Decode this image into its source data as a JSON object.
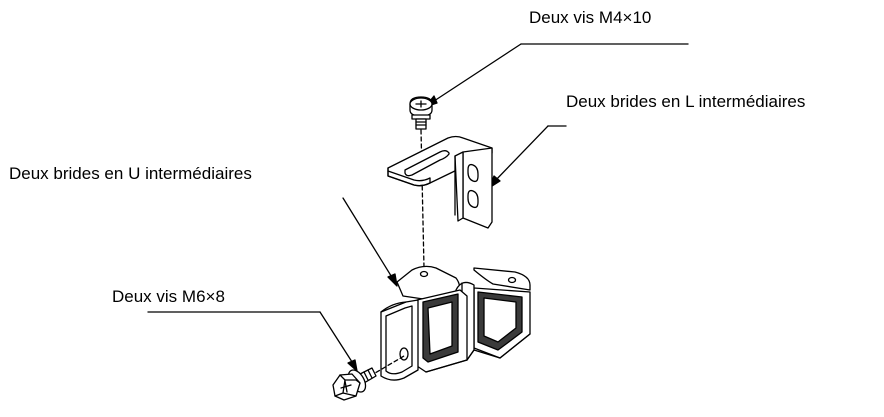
{
  "labels": {
    "m4_screws": "Deux vis M4×10",
    "l_brackets": "Deux brides en L intermédiaires",
    "u_brackets": "Deux brides en U intermédiaires",
    "m6_screws": "Deux vis M6×8"
  },
  "colors": {
    "line": "#000000",
    "dark_fill": "#3a3a3a",
    "background": "#ffffff"
  }
}
